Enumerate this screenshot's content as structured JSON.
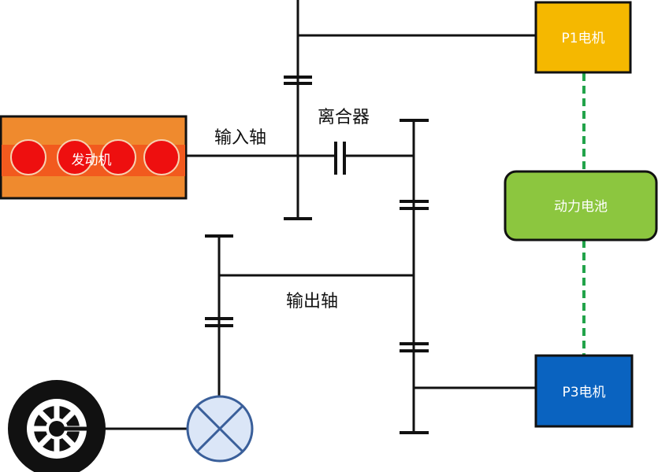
{
  "labels": {
    "engine": "发动机",
    "input_shaft": "输入轴",
    "clutch": "离合器",
    "output_shaft": "输出轴",
    "p1_motor": "P1电机",
    "p3_motor": "P3电机",
    "battery": "动力电池"
  },
  "colors": {
    "engine": "#ef8a2e",
    "engine_stripe": "#f25a1e",
    "cylinder": "#ee0f0f",
    "p1_motor": "#f5b800",
    "p3_motor": "#0a63c0",
    "battery": "#8cc63f",
    "electric_link": "#22a34a",
    "differential": "#dbe6f7"
  }
}
